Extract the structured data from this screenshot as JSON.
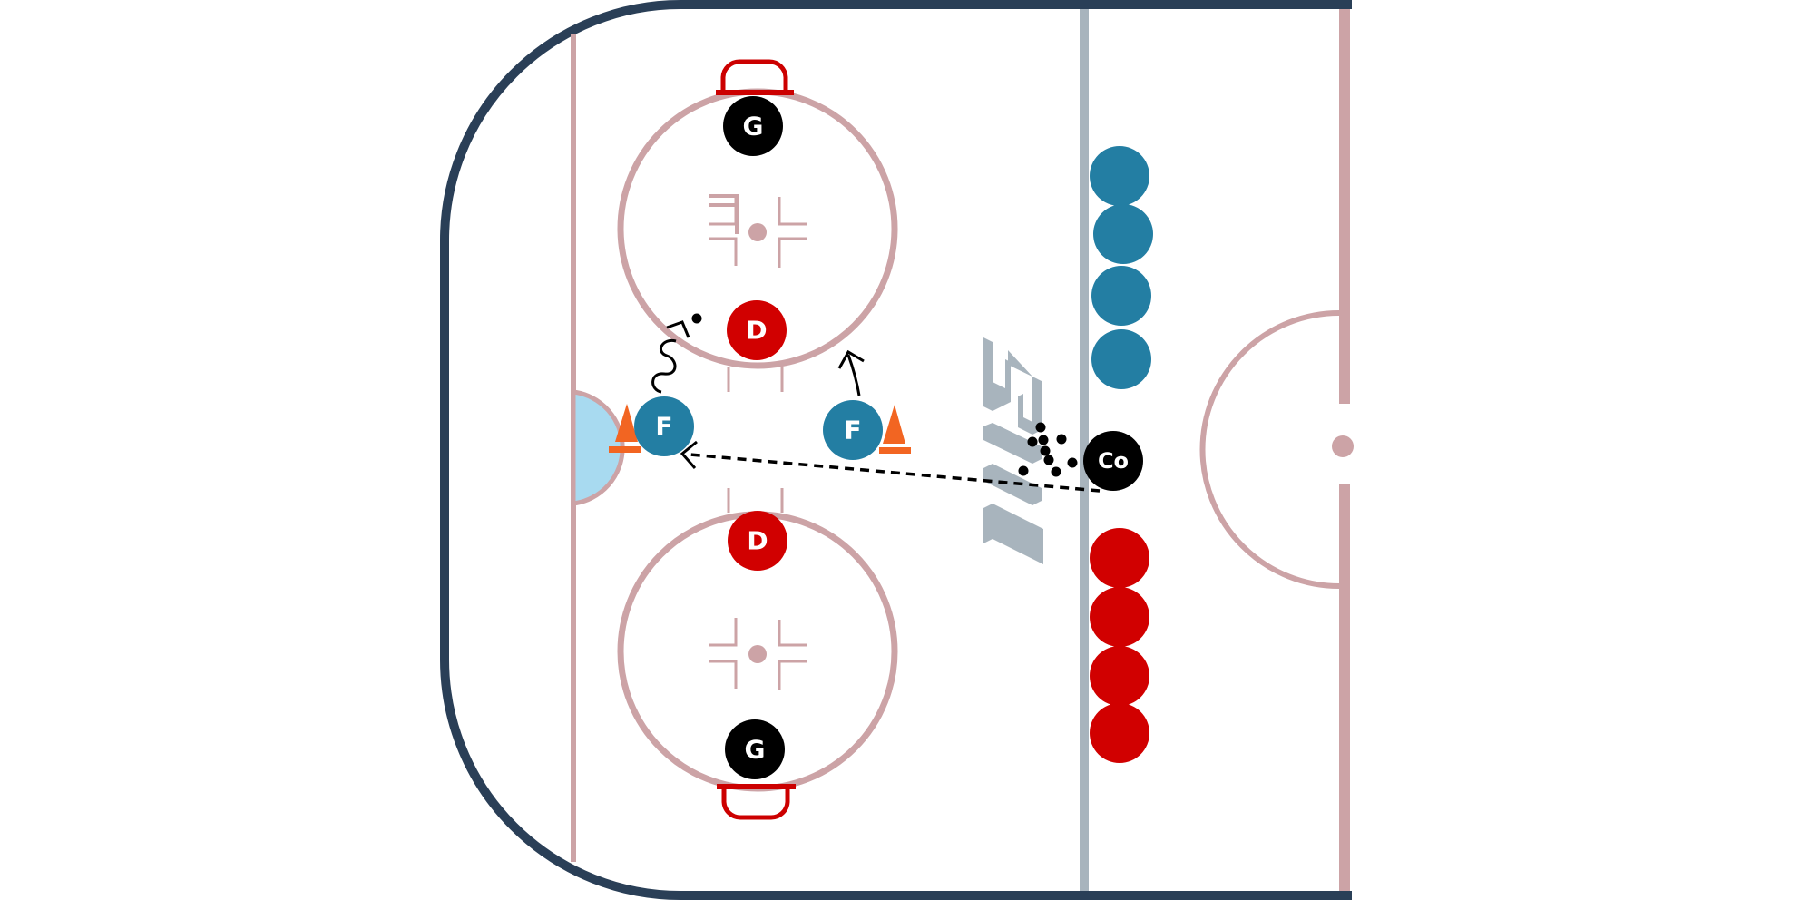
{
  "colors": {
    "boards": "#2a3f57",
    "rink_lines": "#cca3a6",
    "blue_line": "#a8b4bd",
    "goal": "#cc0000",
    "crease": "#a8daf0",
    "cone": "#f26522",
    "forward": "#237ea3",
    "defense": "#d10000",
    "goalie": "#000000",
    "coach": "#000000",
    "puck": "#000000",
    "logo": "#a8b4bd"
  },
  "players": {
    "goalie_top": {
      "label": "G",
      "role": "goalie"
    },
    "goalie_bottom": {
      "label": "G",
      "role": "goalie"
    },
    "defense_top": {
      "label": "D",
      "role": "defense"
    },
    "defense_bottom": {
      "label": "D",
      "role": "defense"
    },
    "forward_left": {
      "label": "F",
      "role": "forward"
    },
    "forward_right": {
      "label": "F",
      "role": "forward"
    },
    "coach": {
      "label": "Co",
      "role": "coach"
    }
  },
  "lines": {
    "forwards_waiting": 4,
    "defense_waiting": 4
  },
  "pucks_pile_count": 9,
  "logo_icon": "brand-logo-icon"
}
